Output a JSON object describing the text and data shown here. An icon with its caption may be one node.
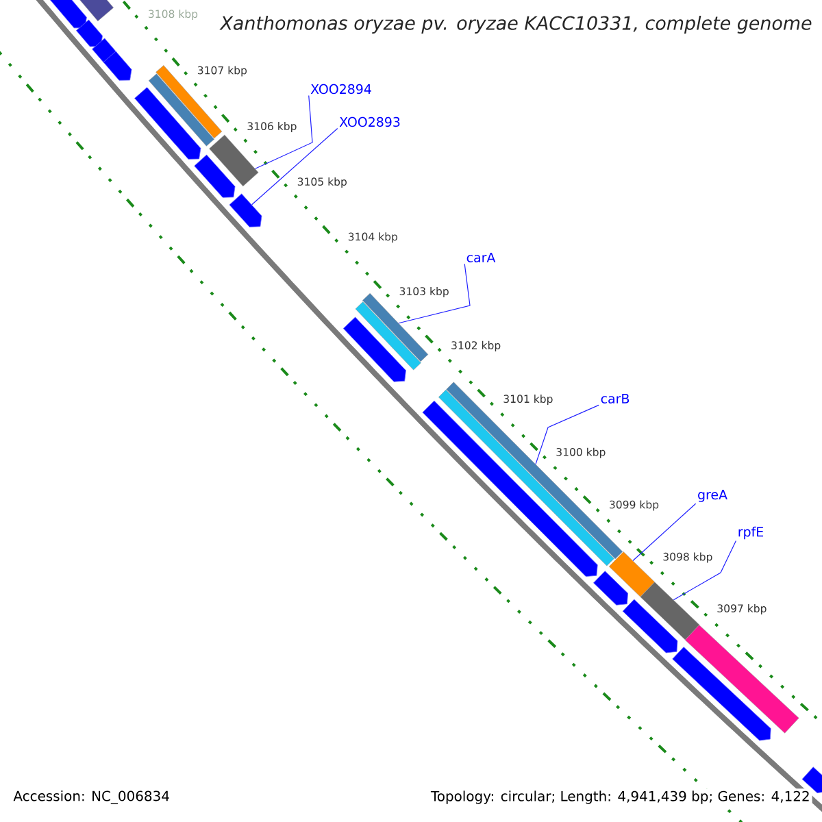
{
  "diagram": {
    "title": "Xanthomonas oryzae pv. oryzae KACC10331, complete genome",
    "nodes": [
      {
        "text": [
          "XOO2894"
        ]
      },
      {
        "text": [
          "XOO2893"
        ]
      },
      {
        "text": [
          "carA"
        ]
      },
      {
        "text": [
          "carB"
        ]
      },
      {
        "text": [
          "greA"
        ]
      },
      {
        "text": [
          "rpfE"
        ]
      },
      {
        "text": [],
        "shape": "bar"
      },
      {
        "text": [],
        "shape": "bar"
      },
      {
        "text": [],
        "shape": "bar"
      },
      {
        "text": [],
        "shape": "bar"
      },
      {
        "text": [],
        "shape": "bar"
      },
      {
        "text": [],
        "shape": "bar"
      },
      {
        "text": [],
        "shape": "bar"
      },
      {
        "text": [],
        "shape": "bar"
      },
      {
        "text": [],
        "shape": "bar"
      },
      {
        "text": [],
        "shape": "bar"
      },
      {
        "text": [],
        "shape": "bar"
      },
      {
        "text": [],
        "shape": "arrow"
      },
      {
        "text": [],
        "shape": "arrow"
      },
      {
        "text": [],
        "shape": "arrow"
      },
      {
        "text": [],
        "shape": "arrow"
      },
      {
        "text": [],
        "shape": "arrow"
      },
      {
        "text": [],
        "shape": "arrow"
      },
      {
        "text": [],
        "shape": "arrow"
      },
      {
        "text": [],
        "shape": "arrow"
      },
      {
        "text": [],
        "shape": "arrow"
      },
      {
        "text": [],
        "shape": "arrow"
      },
      {
        "text": [],
        "shape": "arrow"
      },
      {
        "text": [],
        "shape": "arrow"
      },
      {
        "text": [],
        "shape": "arrow"
      }
    ],
    "edges": [
      {
        "from": 0,
        "to": 9,
        "arrow": "none"
      },
      {
        "from": 1,
        "to": 23,
        "arrow": "none"
      },
      {
        "from": 2,
        "to": 10,
        "arrow": "none"
      },
      {
        "from": 3,
        "to": 12,
        "arrow": "none"
      },
      {
        "from": 4,
        "to": 14,
        "arrow": "none"
      },
      {
        "from": 5,
        "to": 15,
        "arrow": "none"
      }
    ],
    "labels": [
      "3108 kbp",
      "3107 kbp",
      "3106 kbp",
      "3105 kbp",
      "3104 kbp",
      "3103 kbp",
      "3102 kbp",
      "3101 kbp",
      "3100 kbp",
      "3099 kbp",
      "3098 kbp",
      "3097 kbp",
      "Accession: NC_006834",
      "Topology: circular; Length: 4,941,439 bp; Genes: 4,122"
    ]
  }
}
